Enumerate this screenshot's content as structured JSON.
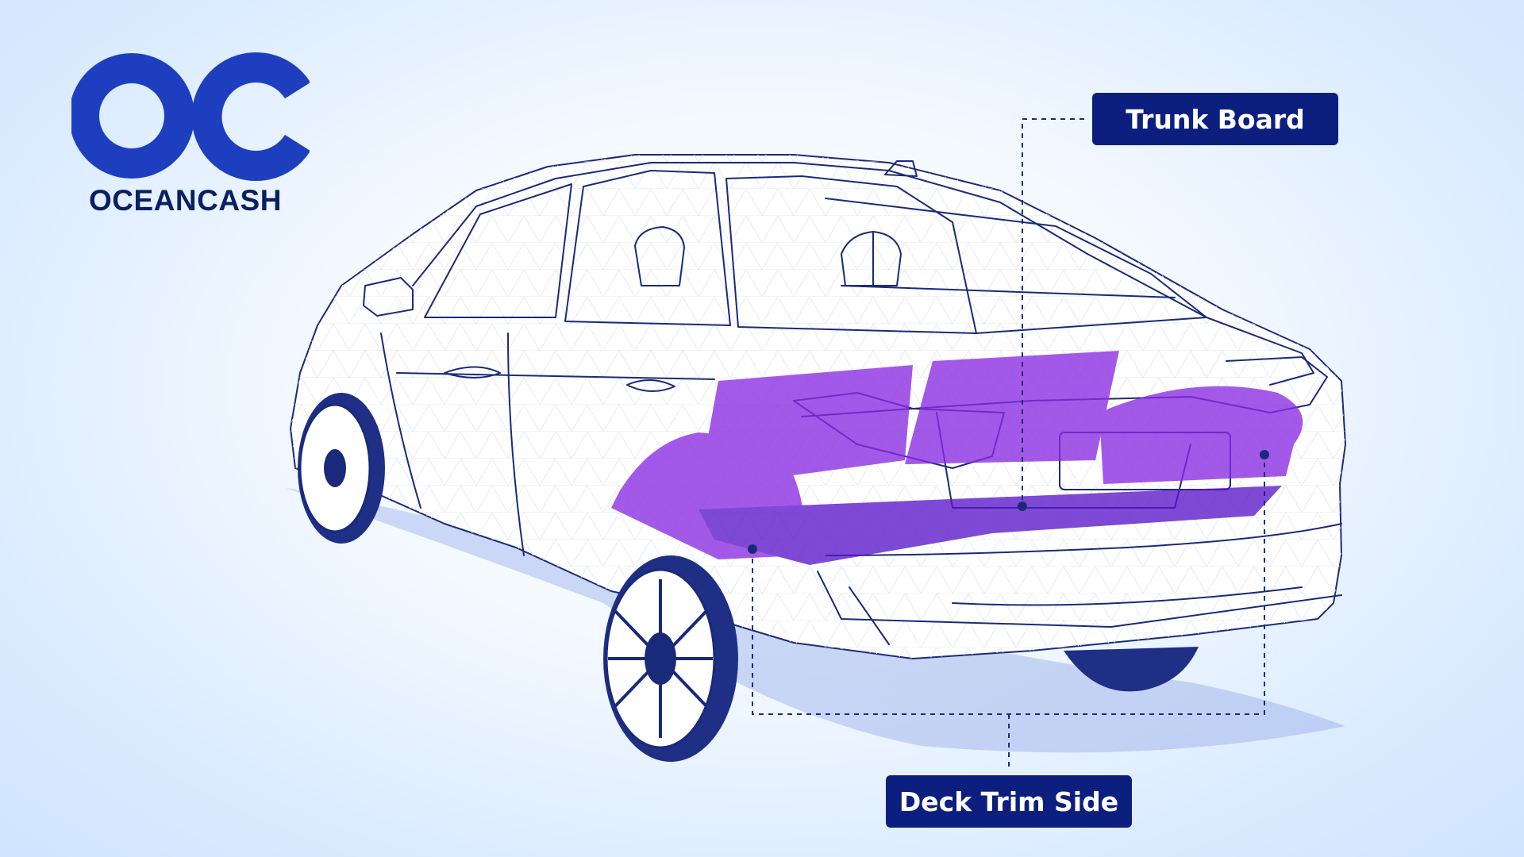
{
  "brand": {
    "logo_mark": "OC",
    "name": "OCEANCASH",
    "color": "#1d3fbf"
  },
  "callouts": {
    "trunk_board": "Trunk Board",
    "deck_trim_side": "Deck Trim Side"
  },
  "colors": {
    "label_bg": "#0d1f7e",
    "highlight": "#8a2be2",
    "outline": "#1a2a7a"
  }
}
